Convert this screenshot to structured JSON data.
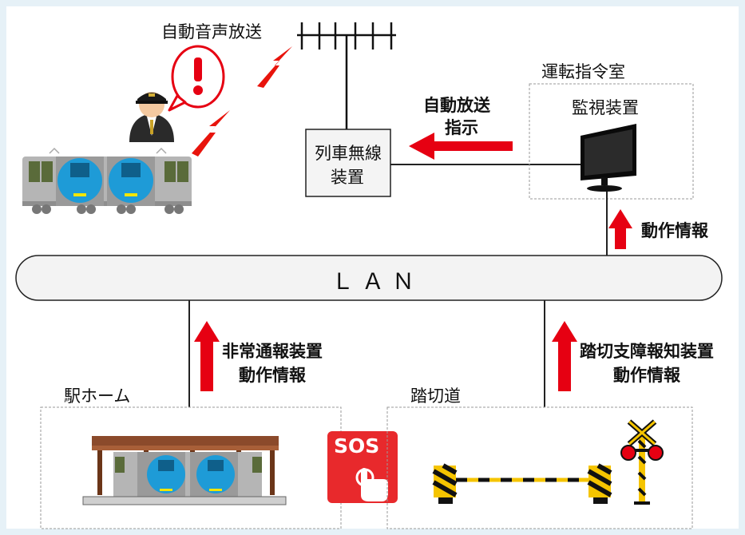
{
  "labels": {
    "auto_voice": "自動音声放送",
    "dispatch_room": "運転指令室",
    "monitor": "監視装置",
    "auto_instruction_1": "自動放送",
    "auto_instruction_2": "指示",
    "radio_1": "列車無線",
    "radio_2": "装置",
    "operation_info": "動作情報",
    "lan": "ＬＡＮ",
    "emergency_1": "非常通報装置",
    "emergency_2": "動作情報",
    "crossing_device_1": "踏切支障報知装置",
    "crossing_device_2": "動作情報",
    "station_platform": "駅ホーム",
    "level_crossing": "踏切道",
    "sos": "SOS",
    "alert_mark": "!"
  },
  "colors": {
    "arrow_red": "#e60012",
    "lightning_red": "#e8140c",
    "sos_red": "#e8292c",
    "train_blue": "#1e9bd7",
    "roof_brown": "#8b4a2b"
  }
}
